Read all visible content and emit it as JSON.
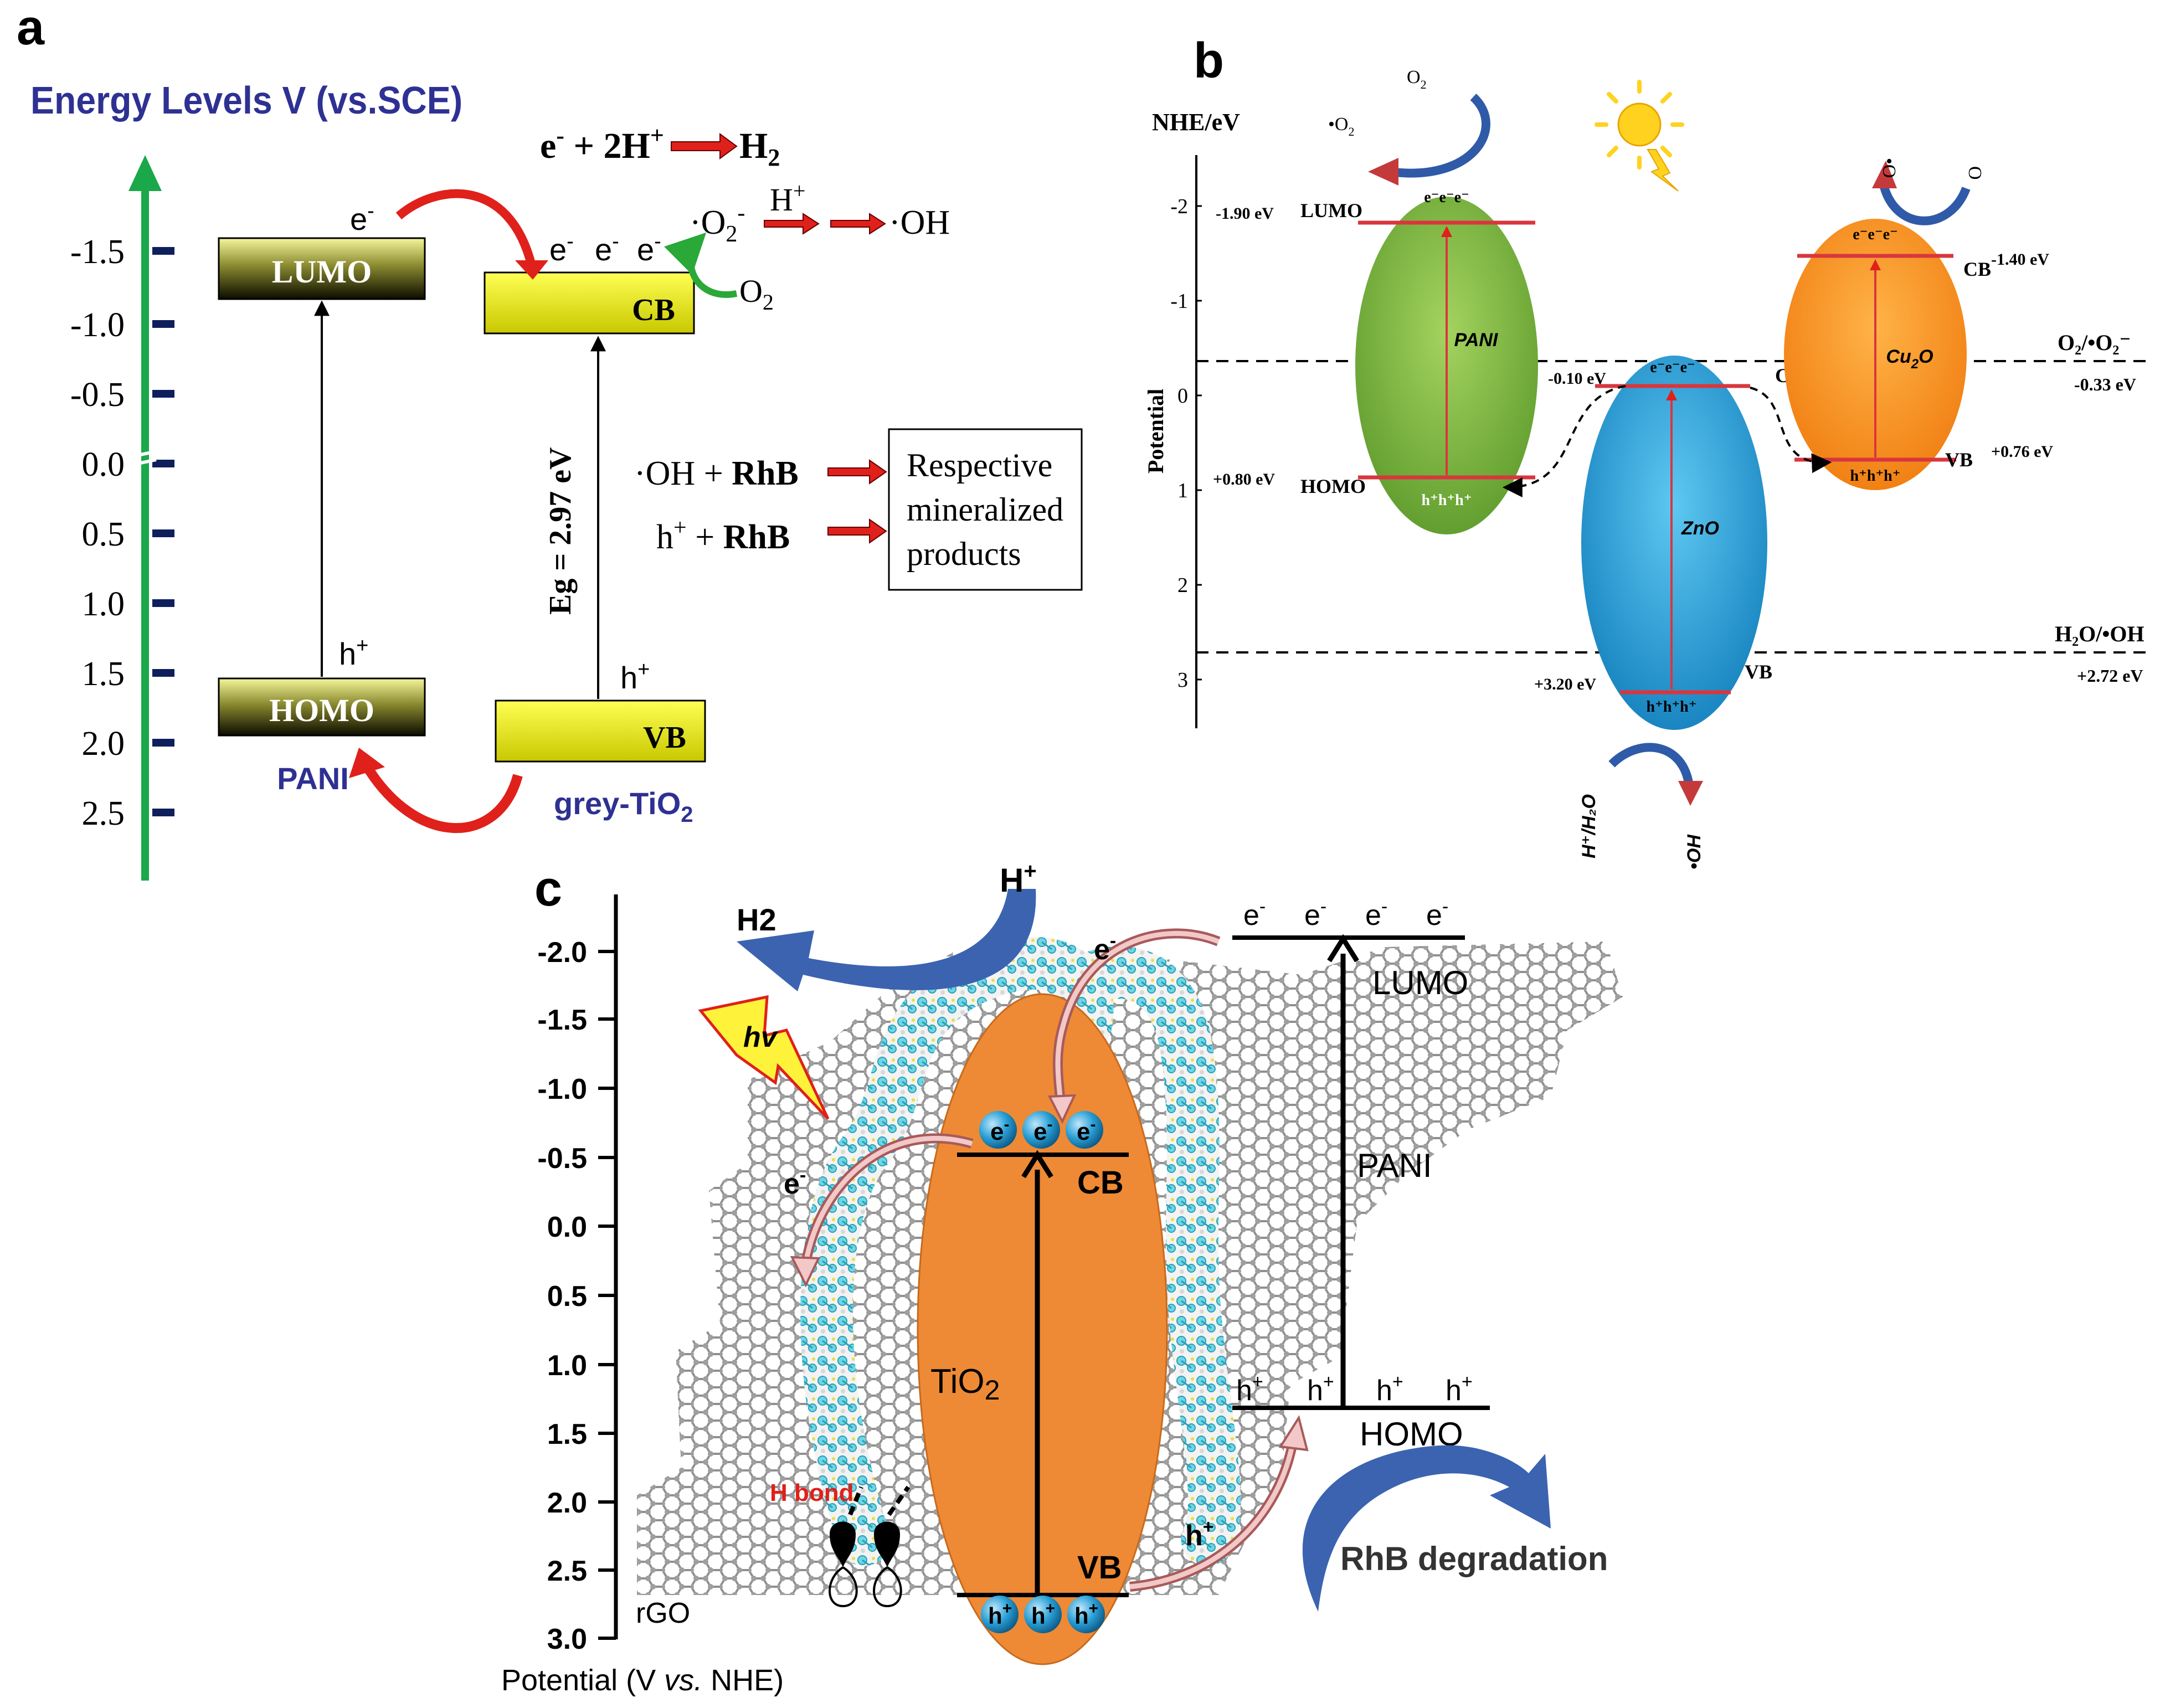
{
  "panel_a": {
    "panel_label": "a",
    "axis_title": "Energy Levels V (vs.SCE)",
    "ticks": [
      "-1.5",
      "-1.0",
      "-0.5",
      "0.0",
      "0.5",
      "1.0",
      "1.5",
      "2.0",
      "2.5"
    ],
    "lumo": "LUMO",
    "homo": "HOMO",
    "cb": "CB",
    "vb": "VB",
    "pani": "PANI",
    "tio2_main": "grey-TiO",
    "tio2_sub": "2",
    "electron": "e",
    "minus": "-",
    "hole": "h",
    "plus": "+",
    "eg": "Eg = 2.97 eV",
    "eq_reactant": "e",
    "eq_2h": " + 2H",
    "eq_h2": "H",
    "eq_h2_sub": "2",
    "o2_radical": "·O",
    "hplus": "H",
    "oh_radical": "·OH",
    "o2": "O",
    "sub2": "2",
    "oh_rhb": "·OH + ",
    "rhb": "RhB",
    "h_rhb": " + ",
    "products": [
      "Respective",
      "mineralized",
      "products"
    ],
    "colors": {
      "axis": "#1aa84a",
      "ticks": "#0e1f5c",
      "title": "#2e3192",
      "arrow_red": "#e0201a"
    }
  },
  "panel_b": {
    "panel_label": "b",
    "axis_title": "NHE/eV",
    "y_label": "Potential",
    "ticks": [
      "-2",
      "-1",
      "0",
      "1",
      "2",
      "3"
    ],
    "pani": {
      "name": "PANI",
      "lumo_label": "LUMO",
      "lumo_val": "-1.90 eV",
      "homo_label": "HOMO",
      "homo_val": "+0.80 eV"
    },
    "zno": {
      "name": "ZnO",
      "cb_label": "CB",
      "cb_val": "-0.10 eV",
      "vb_label": "VB",
      "vb_val": "+3.20 eV"
    },
    "cu2o": {
      "name_main": "Cu",
      "name_sub": "2",
      "name_end": "O",
      "cb_label": "CB",
      "cb_val": "-1.40 eV",
      "vb_label": "VB",
      "vb_val": "+0.76 eV"
    },
    "electrons": "e⁻e⁻e⁻",
    "holes": "h⁺h⁺h⁺",
    "o2": "O",
    "o2_sub": "2",
    "superoxide": "•O",
    "superoxide_sup": "·",
    "couple1": "O₂/•O₂⁻",
    "couple1_val": "-0.33 eV",
    "couple2": "H₂O/•OH",
    "couple2_val": "+2.72 eV",
    "h2o_label": "H⁺/H₂O",
    "oh_label": "•OH",
    "colors": {
      "pani": "#7cb342",
      "zno": "#1e9fd6",
      "cu2o": "#f7931e"
    }
  },
  "panel_c": {
    "panel_label": "c",
    "ticks": [
      "-2.0",
      "-1.5",
      "-1.0",
      "-0.5",
      "0.0",
      "0.5",
      "1.0",
      "1.5",
      "2.0",
      "2.5",
      "3.0"
    ],
    "x_label_pre": "Potential (V ",
    "x_label_vs": "vs.",
    "x_label_post": " NHE)",
    "rgo": "rGO",
    "tio2_main": "TiO",
    "tio2_sub": "2",
    "cb": "CB",
    "vb": "VB",
    "lumo": "LUMO",
    "homo": "HOMO",
    "pani": "PANI",
    "h2_main": "H",
    "h2_sub": "2",
    "hplus": "H",
    "plus": "+",
    "hv": "hv",
    "electron": "e",
    "minus": "-",
    "hole": "h",
    "hbond": "H bond",
    "rhb": "RhB degradation",
    "colors": {
      "tio2": "#ee8a35",
      "ball": "#2a9fd6",
      "arrow_blue": "#3b63b0",
      "hbond": "#e0201a"
    }
  }
}
